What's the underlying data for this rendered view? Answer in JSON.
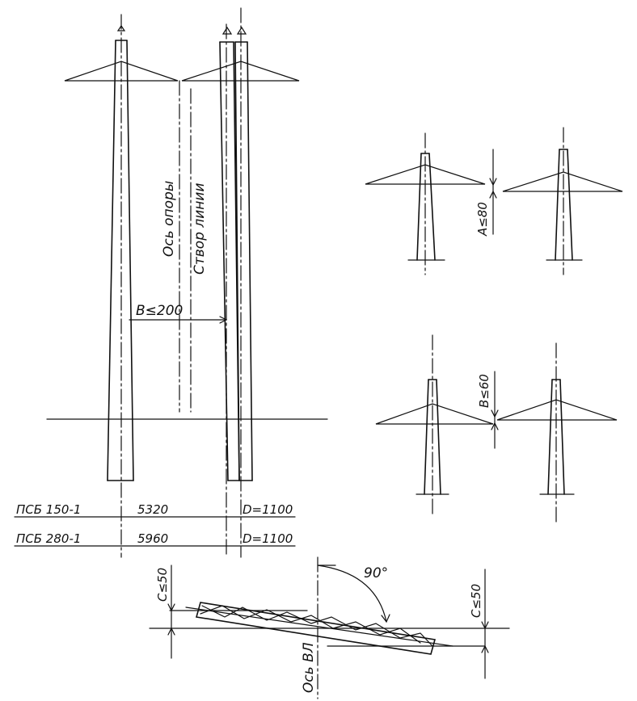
{
  "labels": {
    "pole_axis": "Ось опоры",
    "line_alignment": "Створ линии",
    "dim_b_main": "B≤200",
    "dim_a": "A≤80",
    "dim_b_small": "B≤60",
    "angle": "90°",
    "dim_c_left": "C≤50",
    "dim_c_right": "C≤50",
    "axis_vl": "Ось ВЛ"
  },
  "table": [
    {
      "type": "ПСБ 150-1",
      "length": "5320",
      "diameter": "D=1100"
    },
    {
      "type": "ПСБ 280-1",
      "length": "5960",
      "diameter": "D=1100"
    }
  ]
}
